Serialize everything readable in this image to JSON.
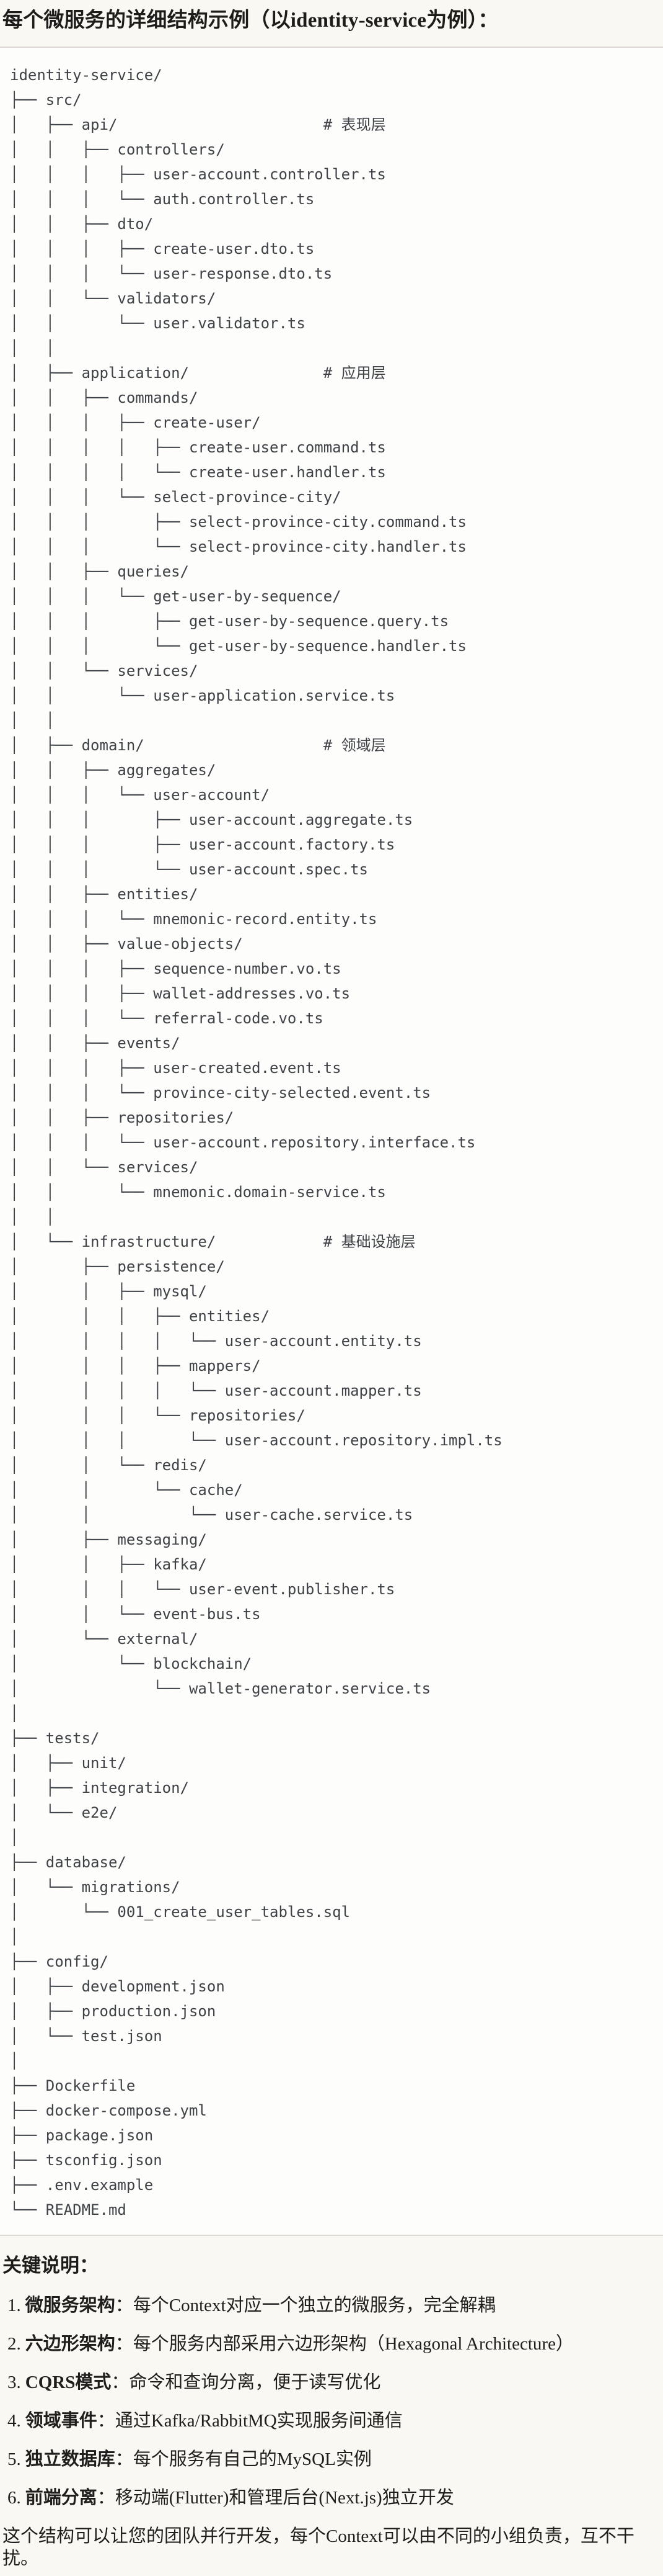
{
  "colors": {
    "page_bg": "#FAF8F3",
    "code_bg": "#FDFDFB",
    "code_border": "#DCD8D1",
    "tree_text": "#3E4247",
    "body_text": "#1F1E1C"
  },
  "header": {
    "title": "每个微服务的详细结构示例（以identity-service为例）："
  },
  "tree": {
    "lines": [
      "identity-service/",
      "├── src/",
      "│   ├── api/                       # 表现层",
      "│   │   ├── controllers/",
      "│   │   │   ├── user-account.controller.ts",
      "│   │   │   └── auth.controller.ts",
      "│   │   ├── dto/",
      "│   │   │   ├── create-user.dto.ts",
      "│   │   │   └── user-response.dto.ts",
      "│   │   └── validators/",
      "│   │       └── user.validator.ts",
      "│   │",
      "│   ├── application/               # 应用层",
      "│   │   ├── commands/",
      "│   │   │   ├── create-user/",
      "│   │   │   │   ├── create-user.command.ts",
      "│   │   │   │   └── create-user.handler.ts",
      "│   │   │   └── select-province-city/",
      "│   │   │       ├── select-province-city.command.ts",
      "│   │   │       └── select-province-city.handler.ts",
      "│   │   ├── queries/",
      "│   │   │   └── get-user-by-sequence/",
      "│   │   │       ├── get-user-by-sequence.query.ts",
      "│   │   │       └── get-user-by-sequence.handler.ts",
      "│   │   └── services/",
      "│   │       └── user-application.service.ts",
      "│   │",
      "│   ├── domain/                    # 领域层",
      "│   │   ├── aggregates/",
      "│   │   │   └── user-account/",
      "│   │   │       ├── user-account.aggregate.ts",
      "│   │   │       ├── user-account.factory.ts",
      "│   │   │       └── user-account.spec.ts",
      "│   │   ├── entities/",
      "│   │   │   └── mnemonic-record.entity.ts",
      "│   │   ├── value-objects/",
      "│   │   │   ├── sequence-number.vo.ts",
      "│   │   │   ├── wallet-addresses.vo.ts",
      "│   │   │   └── referral-code.vo.ts",
      "│   │   ├── events/",
      "│   │   │   ├── user-created.event.ts",
      "│   │   │   └── province-city-selected.event.ts",
      "│   │   ├── repositories/",
      "│   │   │   └── user-account.repository.interface.ts",
      "│   │   └── services/",
      "│   │       └── mnemonic.domain-service.ts",
      "│   │",
      "│   └── infrastructure/            # 基础设施层",
      "│       ├── persistence/",
      "│       │   ├── mysql/",
      "│       │   │   ├── entities/",
      "│       │   │   │   └── user-account.entity.ts",
      "│       │   │   ├── mappers/",
      "│       │   │   │   └── user-account.mapper.ts",
      "│       │   │   └── repositories/",
      "│       │   │       └── user-account.repository.impl.ts",
      "│       │   └── redis/",
      "│       │       └── cache/",
      "│       │           └── user-cache.service.ts",
      "│       ├── messaging/",
      "│       │   ├── kafka/",
      "│       │   │   └── user-event.publisher.ts",
      "│       │   └── event-bus.ts",
      "│       └── external/",
      "│           └── blockchain/",
      "│               └── wallet-generator.service.ts",
      "│",
      "├── tests/",
      "│   ├── unit/",
      "│   ├── integration/",
      "│   └── e2e/",
      "│",
      "├── database/",
      "│   └── migrations/",
      "│       └── 001_create_user_tables.sql",
      "│",
      "├── config/",
      "│   ├── development.json",
      "│   ├── production.json",
      "│   └── test.json",
      "│",
      "├── Dockerfile",
      "├── docker-compose.yml",
      "├── package.json",
      "├── tsconfig.json",
      "├── .env.example",
      "└── README.md"
    ]
  },
  "notes": {
    "heading": "关键说明：",
    "items": [
      {
        "num": "1.",
        "term": "微服务架构",
        "rest": "：每个Context对应一个独立的微服务，完全解耦"
      },
      {
        "num": "2.",
        "term": "六边形架构",
        "rest": "：每个服务内部采用六边形架构（Hexagonal Architecture）"
      },
      {
        "num": "3.",
        "term": "CQRS模式",
        "rest": "：命令和查询分离，便于读写优化"
      },
      {
        "num": "4.",
        "term": "领域事件",
        "rest": "：通过Kafka/RabbitMQ实现服务间通信"
      },
      {
        "num": "5.",
        "term": "独立数据库",
        "rest": "：每个服务有自己的MySQL实例"
      },
      {
        "num": "6.",
        "term": "前端分离",
        "rest": "：移动端(Flutter)和管理后台(Next.js)独立开发"
      }
    ],
    "closing": "这个结构可以让您的团队并行开发，每个Context可以由不同的小组负责，互不干扰。"
  }
}
